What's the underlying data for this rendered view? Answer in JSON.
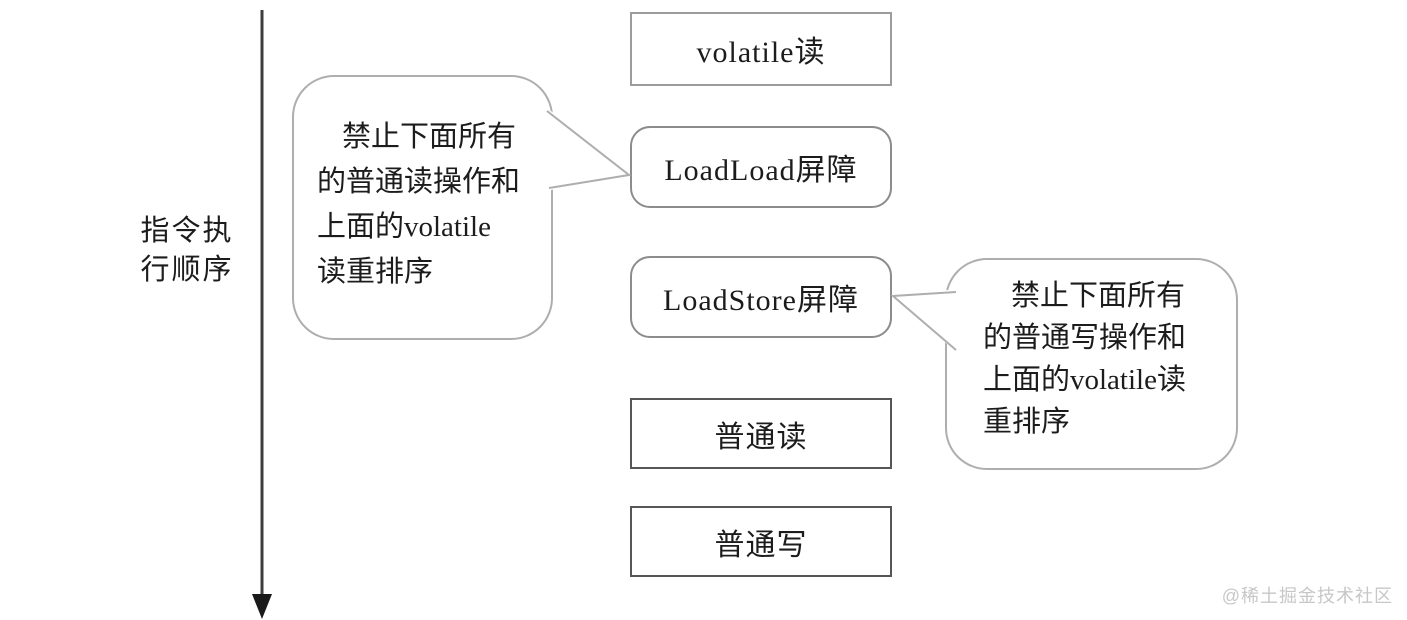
{
  "diagram": {
    "axis_label": {
      "line1": "指令执",
      "line2": "行顺序"
    },
    "boxes": [
      {
        "id": "volatile-read",
        "label": "volatile读"
      },
      {
        "id": "loadload-barrier",
        "label": "LoadLoad屏障"
      },
      {
        "id": "loadstore-barrier",
        "label": "LoadStore屏障"
      },
      {
        "id": "normal-read",
        "label": "普通读"
      },
      {
        "id": "normal-write",
        "label": "普通写"
      }
    ],
    "callouts": {
      "left": {
        "lines": [
          "禁止下面所有",
          "的普通读操作和",
          "上面的volatile",
          "读重排序"
        ]
      },
      "right": {
        "lines": [
          "禁止下面所有",
          "的普通写操作和",
          "上面的volatile读",
          "重排序"
        ]
      }
    },
    "watermark": "@稀土掘金技术社区",
    "colors": {
      "box_border_light": "#9c9c9c",
      "box_border_rounded": "#8c8c8c",
      "box_border_dark": "#565656",
      "callout_border": "#aeaeae",
      "arrow": "#3d3d3d",
      "text": "#1c1c1c",
      "watermark": "#c7c7c7"
    }
  }
}
